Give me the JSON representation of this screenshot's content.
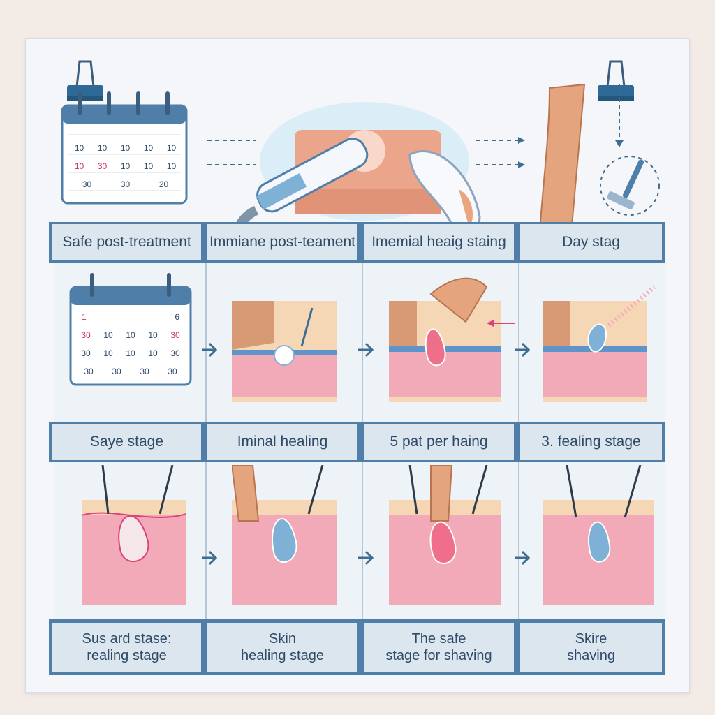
{
  "top_row": {
    "calendar_numbers": [
      [
        "10",
        "10",
        "10",
        "10",
        "10"
      ],
      [
        "10",
        "30",
        "10",
        "10",
        "10"
      ],
      [
        "30",
        "30",
        "20"
      ]
    ]
  },
  "stage_headers_row1": [
    "Safe post-treatment",
    "Immiane post-teament",
    "Imemial heaig staing",
    "Day stag"
  ],
  "mid_calendar_numbers": [
    [
      "1",
      "6"
    ],
    [
      "30",
      "10",
      "10",
      "10",
      "30"
    ],
    [
      "30",
      "10",
      "10",
      "10",
      "30"
    ],
    [
      "30",
      "30",
      "30",
      "30"
    ]
  ],
  "stage_headers_row2": [
    "Saye stage",
    "Iminal healing",
    "5 pat per haing",
    "3. fealing stage"
  ],
  "stage_footers": [
    [
      "Sus ard stase:",
      "realing stage"
    ],
    [
      "Skin",
      "healing stage"
    ],
    [
      "The safe",
      "stage for shaving"
    ],
    [
      "Skire",
      "shaving"
    ]
  ],
  "colors": {
    "accent": "#4f7fa8",
    "header_fill": "#dce6ef",
    "text": "#2f4a66",
    "skin_pink": "#f2a9b8",
    "arrow": "#3d6d8f"
  }
}
